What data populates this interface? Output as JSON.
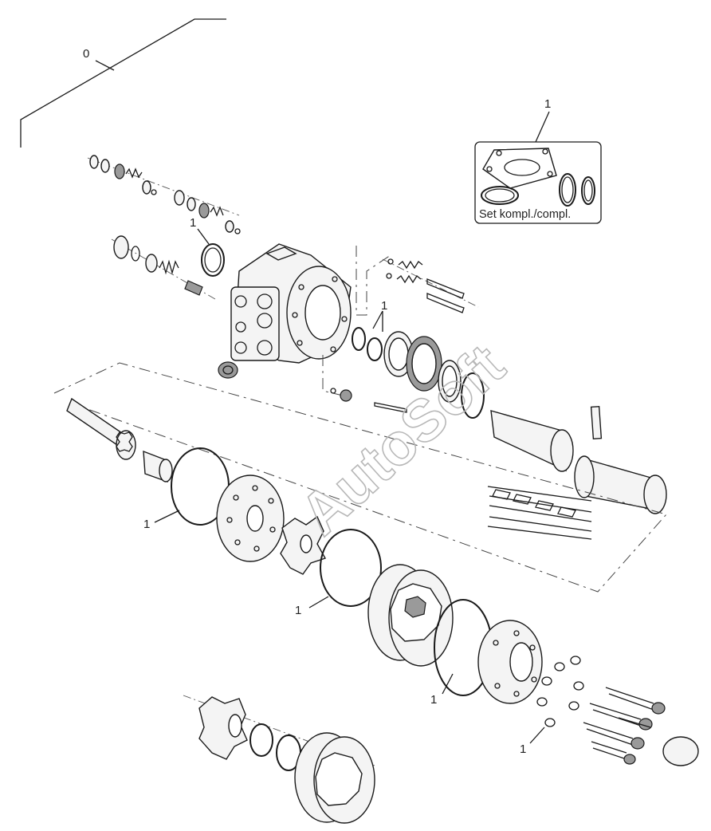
{
  "callouts": {
    "assembly": "0",
    "kit": "1",
    "oring_top": "1",
    "seal_pair": "1",
    "oring_left": "1",
    "oring_mid": "1",
    "oring_lower": "1",
    "washers": "1"
  },
  "kit_box": {
    "label": "Set kompl./compl."
  },
  "watermark": "AutoSoft"
}
